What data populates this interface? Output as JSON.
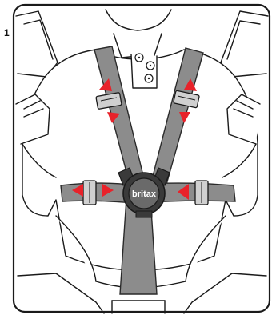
{
  "figure": {
    "side_label": "1",
    "brand": "britax"
  },
  "colors": {
    "strap": "#8c8c8c",
    "strap_edge": "#2a2a2a",
    "arrow": "#e8222a",
    "outline": "#1a1a1a",
    "buckle": "#3a3a3a"
  },
  "icons": [
    "left-shoulder-strap-arrows",
    "right-shoulder-strap-arrows",
    "left-lap-strap-arrows",
    "right-lap-strap-arrow",
    "harness-buckle"
  ]
}
